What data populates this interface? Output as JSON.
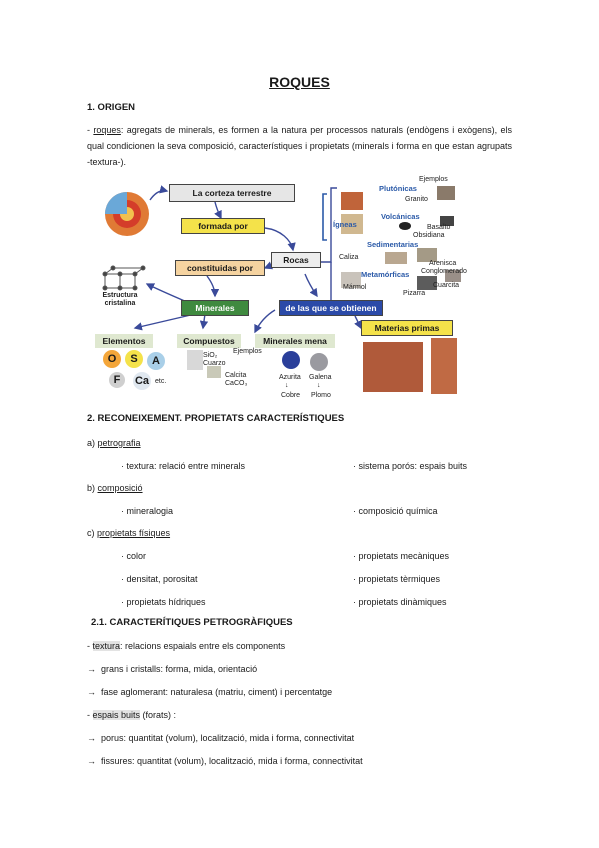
{
  "title": "ROQUES",
  "section1": {
    "heading": "1. ORIGEN",
    "para_prefix": "- ",
    "para_term": "roques",
    "para_text": ": agregats de minerals, es formen a la natura per processos naturals (endògens i exògens), els qual condicionen la seva composició, característiques i propietats (minerals i forma en que estan agrupats -textura-)."
  },
  "diagram": {
    "corteza": "La corteza terrestre",
    "formada_por": "formada por",
    "rocas": "Rocas",
    "constituidas_por": "constituidas por",
    "estructura": "Estructura cristalina",
    "minerales": "Minerales",
    "de_las_que": "de las que se obtienen",
    "materias_primas": "Materias primas",
    "elementos": "Elementos",
    "compuestos": "Compuestos",
    "minerales_mena": "Minerales mena",
    "ejemplos_top": "Ejemplos",
    "plutonicas": "Plutónicas",
    "granito": "Granito",
    "igneas": "Ígneas",
    "volcanicas": "Volcánicas",
    "basalto": "Basalto",
    "obsidiana": "Obsidiana",
    "sedimentarias": "Sedimentarias",
    "caliza": "Caliza",
    "arenisca": "Arenisca",
    "conglomerado": "Conglomerado",
    "metamorficas": "Metamórficas",
    "marmol": "Mármol",
    "cuarcita": "Cuarcita",
    "pizarra": "Pizarra",
    "el_o": "O",
    "el_s": "S",
    "el_a": "A",
    "el_f": "F",
    "el_ca": "Ca",
    "etc": "etc.",
    "sio2": "SiO₂",
    "cuarzo": "Cuarzo",
    "calcita": "Calcita",
    "caco3": "CaCO₃",
    "ejemplos_mid": "Ejemplos",
    "azurita": "Azurita",
    "galena": "Galena",
    "cobre": "Cobre",
    "plomo": "Plomo"
  },
  "section2": {
    "heading": "2. RECONEIXEMENT. PROPIETATS CARACTERÍSTIQUES",
    "a_prefix": "a) ",
    "a_label": "petrografia",
    "a_items": [
      "· textura: relació entre minerals",
      "· sistema porós: espais buits"
    ],
    "b_prefix": "b) ",
    "b_label": "composició",
    "b_items": [
      "· mineralogia",
      "· composició química"
    ],
    "c_prefix": "c) ",
    "c_label": "propietats físiques",
    "c_items": [
      "· color",
      "· propietats mecàniques",
      "· densitat, porositat",
      "· propietats tèrmiques",
      "· propietats hídriques",
      "· propietats dinàmiques"
    ]
  },
  "section21": {
    "heading": "2.1. CARACTERÍTIQUES PETROGRÀFIQUES",
    "textura_prefix": "- ",
    "textura_term": "textura",
    "textura_text": ": relacions espaials entre els components",
    "arrow": "→",
    "line1": "grans i cristalls: forma, mida, orientació",
    "line2": "fase aglomerant: naturalesa (matriu, ciment) i percentatge",
    "buits_prefix": "- ",
    "buits_term": "espais buits",
    "buits_text": " (forats) :",
    "line3": "porus: quantitat (volum), localització, mida i forma, connectivitat",
    "line4": "fissures: quantitat (volum), localització, mida i forma, connectivitat"
  }
}
